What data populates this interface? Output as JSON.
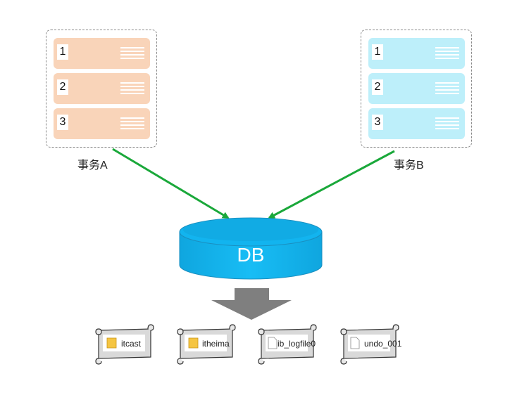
{
  "transactions": [
    {
      "label": "事务A",
      "rows": [
        "1",
        "2",
        "3"
      ],
      "color": "#f9d4b9"
    },
    {
      "label": "事务B",
      "rows": [
        "1",
        "2",
        "3"
      ],
      "color": "#bdeffa"
    }
  ],
  "database": {
    "label": "DB",
    "color": "#12b4ef"
  },
  "files": [
    {
      "name": "itcast",
      "icon": "folder-icon"
    },
    {
      "name": "itheima",
      "icon": "folder-icon"
    },
    {
      "name": "ib_logfile0",
      "icon": "file-icon"
    },
    {
      "name": "undo_001",
      "icon": "file-icon"
    }
  ],
  "colors": {
    "arrow": "#1aa83a",
    "down_arrow": "#7f7f7f"
  }
}
